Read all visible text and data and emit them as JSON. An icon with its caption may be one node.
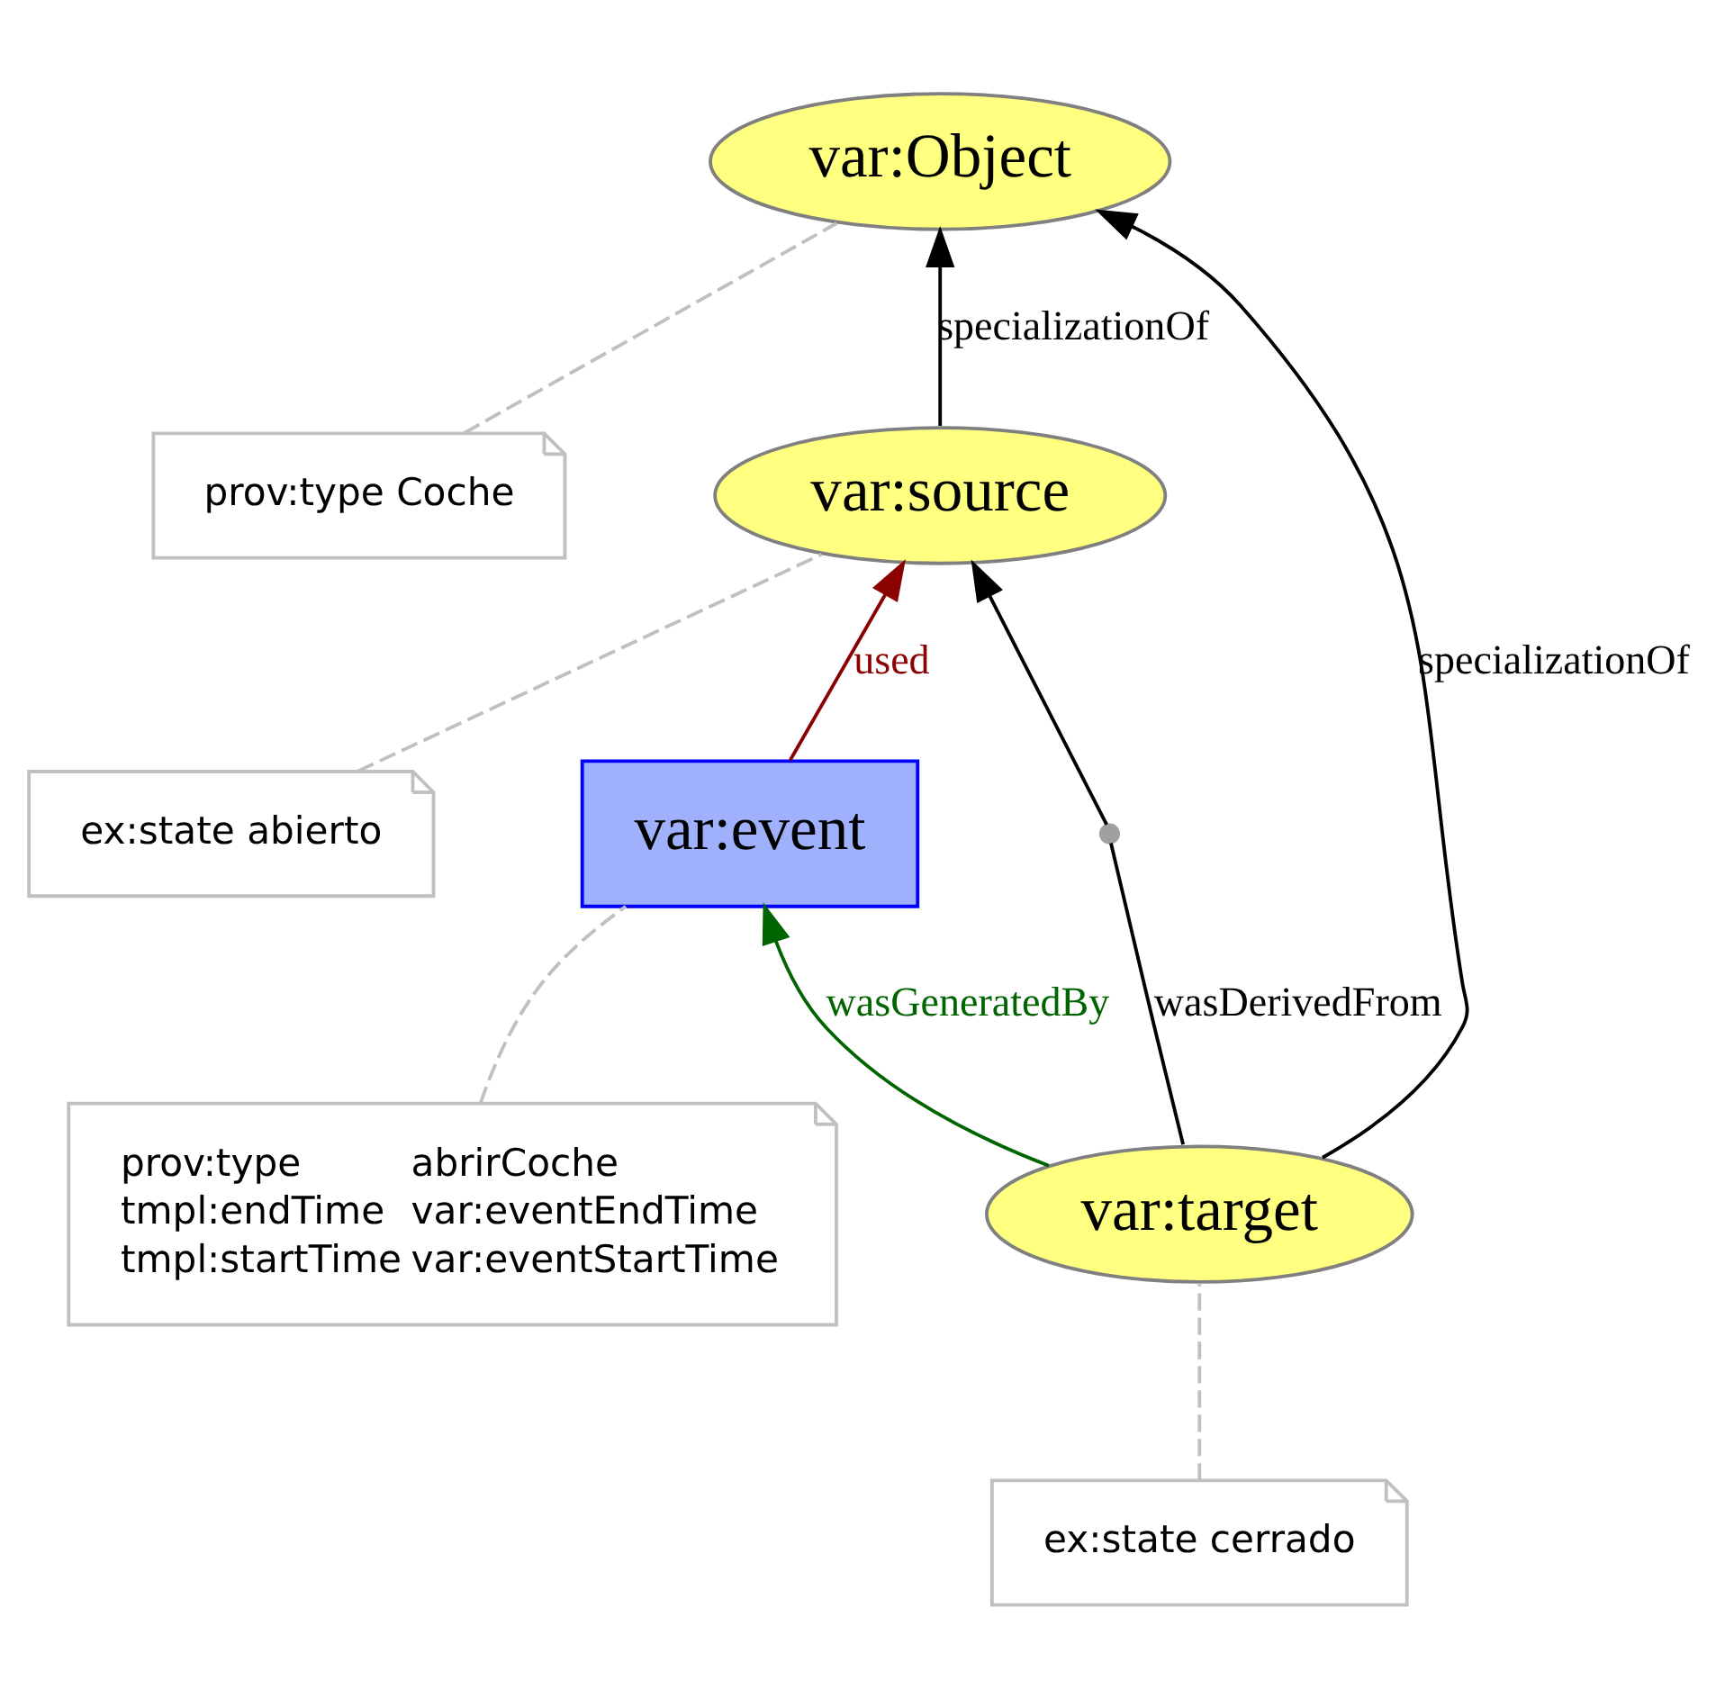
{
  "diagram": {
    "nodes": [
      {
        "text": [
          "var:Object"
        ]
      },
      {
        "text": [
          "prov:type Coche"
        ]
      },
      {
        "text": [
          "var:source"
        ]
      },
      {
        "text": [
          "ex:state abierto"
        ]
      },
      {
        "text": [
          "var:event"
        ]
      },
      {
        "text": [
          "prov:type",
          "abrirCoche",
          "tmpl:endTime",
          "var:eventEndTime",
          "tmpl:startTime",
          "var:eventStartTime"
        ]
      },
      {
        "text": [],
        "shape": "circle"
      },
      {
        "text": [
          "var:target"
        ]
      },
      {
        "text": [
          "ex:state cerrado"
        ]
      }
    ],
    "edges": [
      {
        "from": 1,
        "to": 0,
        "arrow": "none",
        "style": "dashed",
        "color": "#c0c0c0"
      },
      {
        "from": 2,
        "to": 0,
        "arrow": "to",
        "label": "specializationOf",
        "color": "#000000"
      },
      {
        "from": 3,
        "to": 2,
        "arrow": "none",
        "style": "dashed",
        "color": "#c0c0c0"
      },
      {
        "from": 4,
        "to": 2,
        "arrow": "to",
        "label": "used",
        "color": "#8b0000"
      },
      {
        "from": 5,
        "to": 4,
        "arrow": "none",
        "style": "dashed",
        "color": "#c0c0c0"
      },
      {
        "from": 7,
        "to": 0,
        "arrow": "to",
        "label": "specializationOf",
        "color": "#000000"
      },
      {
        "from": 7,
        "to": 6,
        "arrow": "none",
        "label": "wasDerivedFrom",
        "color": "#000000"
      },
      {
        "from": 6,
        "to": 2,
        "arrow": "to",
        "color": "#000000"
      },
      {
        "from": 7,
        "to": 4,
        "arrow": "to",
        "label": "wasGeneratedBy",
        "color": "#006400"
      },
      {
        "from": 8,
        "to": 7,
        "arrow": "none",
        "style": "dashed",
        "color": "#c0c0c0"
      }
    ]
  }
}
